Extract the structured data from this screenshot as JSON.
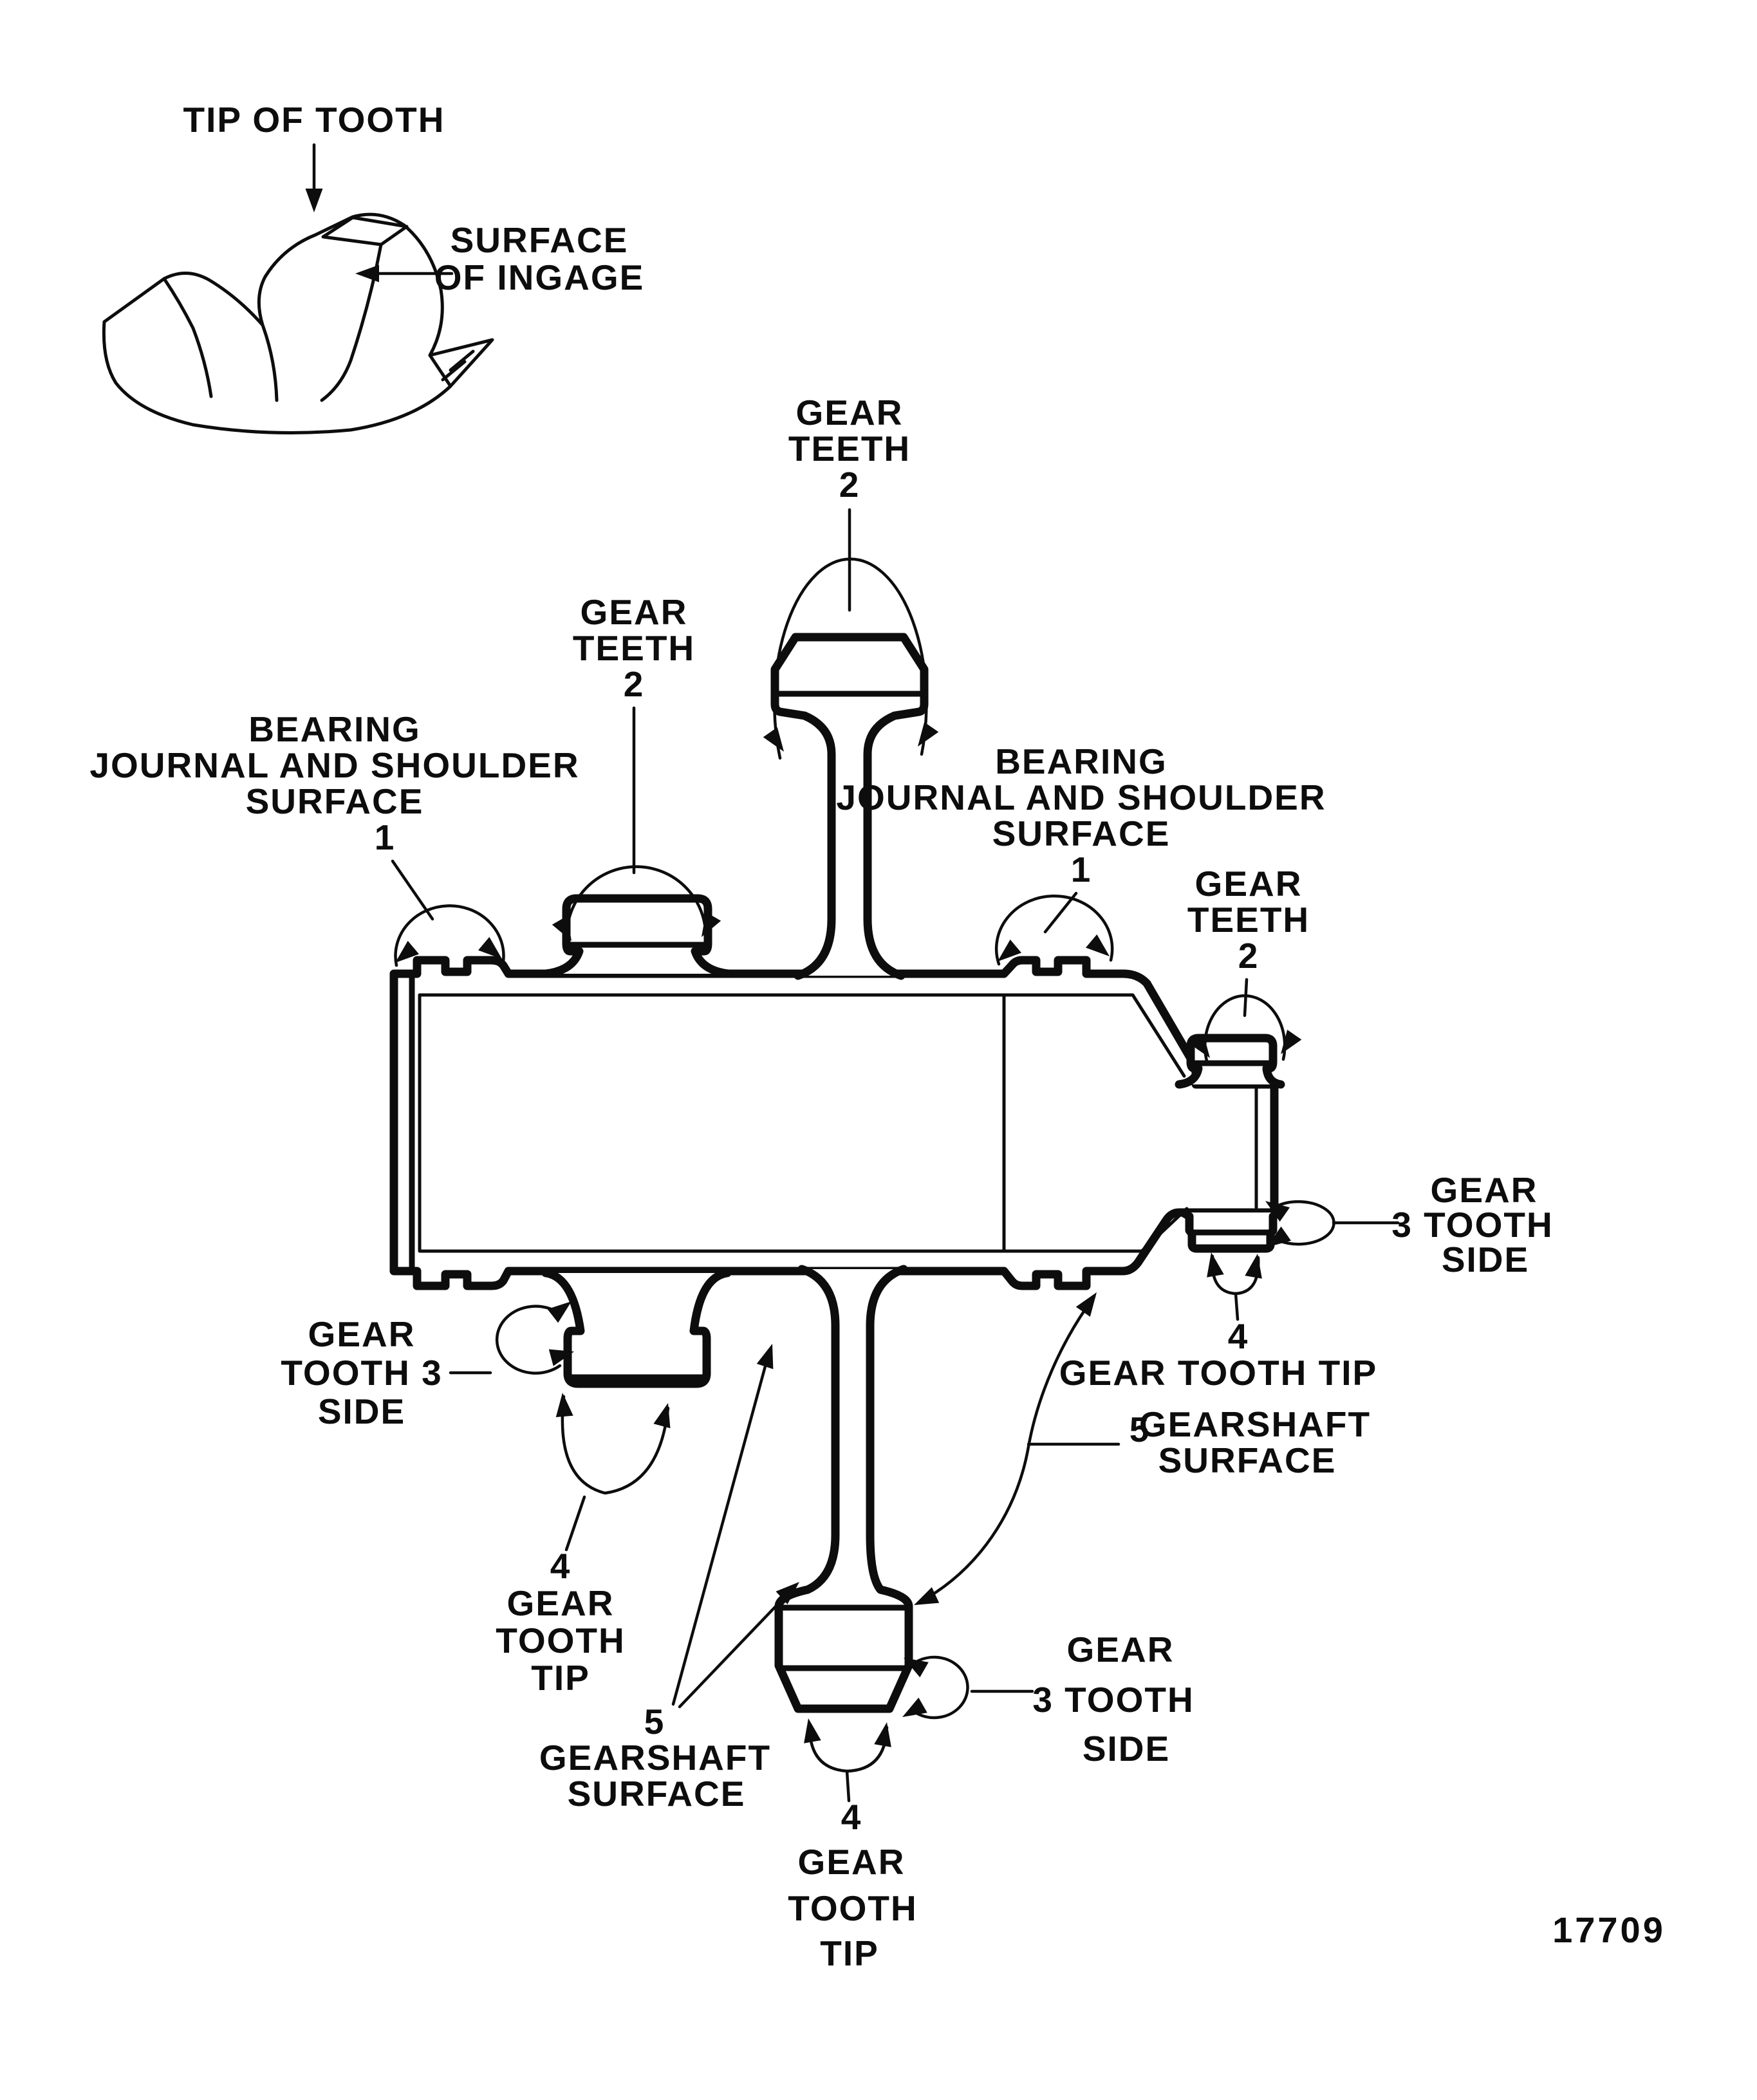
{
  "figure_number": "17709",
  "colors": {
    "ink": "#0d0d0d",
    "paper": "#ffffff"
  },
  "inset": {
    "tip_of_tooth": "TIP OF TOOTH",
    "surface": "SURFACE",
    "of_ingage": "OF INGAGE"
  },
  "labels": {
    "gear": "GEAR",
    "teeth": "TEETH",
    "bearing": "BEARING",
    "journal_and_shoulder": "JOURNAL AND SHOULDER",
    "surface": "SURFACE",
    "tooth3": "TOOTH 3",
    "three_tooth": "3 TOOTH",
    "side": "SIDE",
    "tooth": "TOOTH",
    "tip": "TIP",
    "gear_tooth_tip": "GEAR TOOTH TIP",
    "gearshaft": "GEARSHAFT",
    "n1": "1",
    "n2": "2",
    "n4": "4",
    "n5": "5"
  }
}
